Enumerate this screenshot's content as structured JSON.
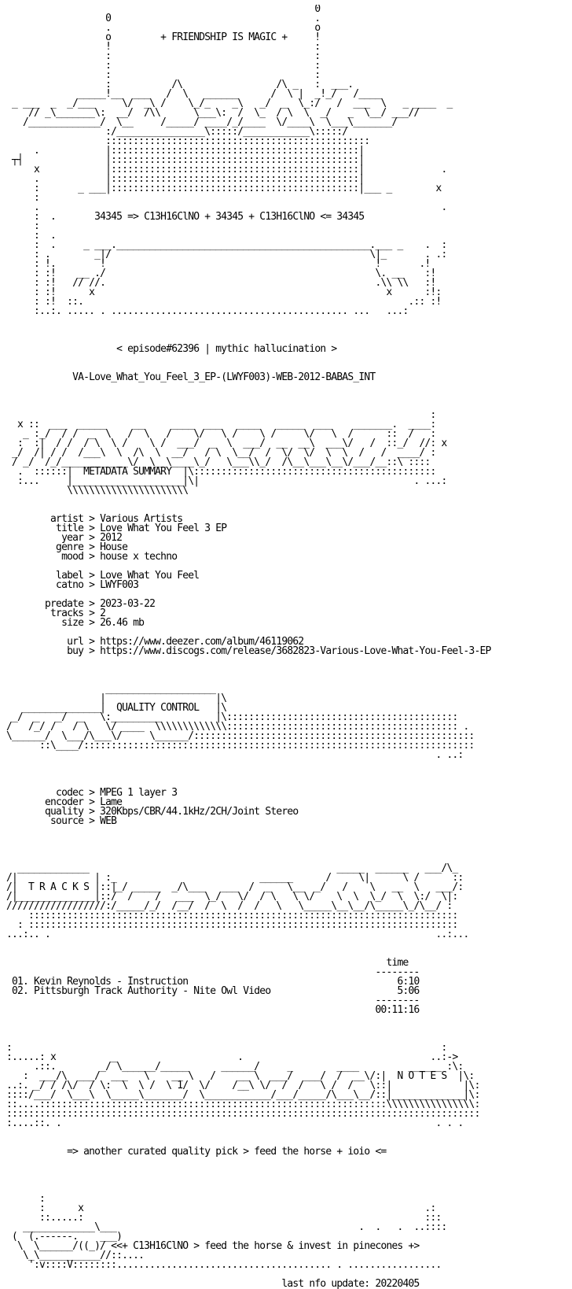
{
  "document": {
    "lines": [
      "                                                        0",
      "                  0                                     .",
      "                  .                                     o",
      "                  o         + FRIENDSHIP IS MAGIC +     !",
      "                  !                                     :",
      "                  :                                     :",
      "                  :                                     :",
      "                  :                                     :",
      "                  :           /\\                 /\\ _   :  ___.",
      "             _____!__  ___   /  \\   ______      /  \\ |  _!_/   /____",
      " _ ___  _  _/___     \\/  _\\ /    \\_/_    _\\   _/  _  \\_:/   /  ___  \\   _ ____  _",
      "    // _\\_______\\:  __/  /\\\\      \\___\\:  /  \\_  / \\  \\  _/   _  \\__/ ___// ",
      "   /_____________/  \\__     /_____/ ____/_/____  \\/____\\  \\___\\_______/",
      "                  :/________________\\:::::/____________\\:::::/",
      "                  ::::::::::::::::::::::::::::::::::::::::::::::::",
      "     .            |:::::::::::::::::::::::::::::::::::::::::::::|",
      " ┬┤               |:::::::::::::::::::::::::::::::::::::::::::::|",
      "     x            |:::::::::::::::::::::::::::::::::::::::::::::|              .",
      "     .            |:::::::::::::::::::::::::::::::::::::::::::::|",
      "     :       _ ___|:::::::::::::::::::::::::::::::::::::::::::::|___ _        x",
      "     :",
      "     .                                                                         .",
      "     :  .       34345 => C13H16ClNO + 34345 + C13H16ClNO <= 34345",
      "     :",
      "     :  .",
      "     :  .     _ ___.______________________________________________.___ _    .  :",
      "     : .        _|/                                               \\|_       . .:",
      "     : !.        !                                                 !       .!",
      "     : :!    __ ./                                                 \\. __    :!",
      "     : :!   // //.                                                 .\\\\ \\\\   :!",
      "     : :!      x                                                     x      :!:",
      "     : :!  ::.                                                           .:: :!",
      "     :..:. ..... . ........................................... ...   ...:",
      "",
      "",
      "",
      "                    < episode#62396 | mythic hallucination >",
      "",
      "",
      "            VA-Love_What_You_Feel_3_EP-(LWYF003)-WEB-2012-BABAS_INT",
      "",
      "",
      "",
      "                                                                             :",
      "  x ::  ___  _____     __     ____  ___   ____   _____  ___    _______.  ____:",
      "   _ :_/  / /  _  \\   /  \\   /    \\/   \\ /    \\ /     \\/   \\  /      ::  /   :",
      "  :  :|  / /  / \\  \\ /    \\ /  ___/  _  \\  ___/  __  __\\  ___\\/   /  ::_/  //: x",
      " _/  /| / /  /___\\  \\  /\\  \\  __/   / \\  \\__/  /  \\/  \\/  \\  \\  /   /  ____/ :",
      " / _/  /_/____________\\/  \\__\\____\\_/   \\___\\\\_/  /\\__\\___\\__\\/___/__::\\ ::::",
      "  .  ::::::|  METADATA SUMMARY  |\\::::::::::::::::::::::::::::::::::::::::::::",
      "  :...     |____________________|\\|                                       . ...:",
      "           \\\\\\\\\\\\\\\\\\\\\\\\\\\\\\\\\\\\\\\\\\\\",
      "",
      "",
      "        artist > Various Artists",
      "         title > Love What You Feel 3 EP",
      "          year > 2012",
      "         genre > House",
      "          mood > house x techno",
      "",
      "         label > Love What You Feel",
      "         catno > LWYF003",
      "",
      "       predate > 2023-03-22",
      "        tracks > 2",
      "          size > 26.46 mb",
      "",
      "           url > https://www.deezer.com/album/46119062",
      "           buy > https://www.discogs.com/release/3682823-Various-Love-What-You-Feel-3-EP",
      "",
      "",
      "",
      "                  ____________________",
      "                 |                    |\\",
      "   ______________|  QUALITY CONTROL   |\\",
      " _/  _   _/  _   \\:_________          |\\::::::::::::::::::::::::::::::::::::::::::",
      "/   /_/ /   / \\   \\/ ____  \\\\\\\\\\\\\\\\\\\\\\\\\\:::::::::::::::::::::::::::::::::::::::::: .",
      "\\______/  \\___/\\___\\/     \\______/:::::::::::::::::::::::::::::::::::::::::::::::::::",
      "      ::\\____/:::::::::::::::::::::::::::::::::::::::::::::::::::::::::::::::::::::::",
      "                                                                              . ..:",
      "",
      "",
      "",
      "         codec > MPEG 1 layer 3",
      "       encoder > Lame",
      "       quality > 320Kbps/CBR/44.1kHz/2CH/Joint Stereo",
      "        source > WEB",
      "",
      "",
      "",
      "",
      "  _____________                                             _____  ______   ___/\\_",
      "/|              | :_                          ______      /     \\|      \\ /      ::",
      "/|  T R A C K S |::|_/ _____  _/\\___   ___  /  _   \\__  _/   /    \\   __  \\   ___/:",
      "/|______________|::/  /    /   ___  \\_/   \\/  / \\   \\ \\/    \\  \\  \\_/  \\  \\:/  \\|:",
      "//////////////////:/_____/_/  /__/  /  \\  /  /   \\   \\_____\\__\\__/\\_____\\_/\\__/ :",
      "    ::::::::::::::::::::::::::::::::::::::::::::::::::::::::::::::::::::::::::::::",
      "  : ::::::::::::::::::::::::::::::::::::::::::::::::::::::::::::::::::::::::::::::",
      "...:.. .                                                                      ..:...",
      "",
      "",
      "                                                                     time",
      "                                                                   --------",
      " 01. Kevin Reynolds - Instruction                                      6:10",
      " 02. Pittsburgh Track Authority - Nite Owl Video                       5:06",
      "                                                                   --------",
      "                                                                   00:11:16",
      "",
      "",
      "",
      ":                                                                              :",
      ":.....: x          _                      .                                  ..:->",
      "     .::.        _/ \\______/_____      ______/     _        ____         ______ :\\:",
      "   :  ___/\\  ___/  ___   \\    __ \\   /    __ \\  ___/  ___/  /  __\\/:|  N O T E S  |\\:",
      "..:. _/ / /\\/  / \\:  \\  \\ /  \\ 1/  \\/    /__\\ \\/  /  /   \\ /  /   \\::|             |\\:",
      "::::/___/  \\___\\  \\_____\\_______/  \\____________/___/_____/\\___\\__/::|_____________|\\:",
      "::....:::::::::::::::::::::::::::::::::::::::::::::::::::::::::::::::\\\\\\\\\\\\\\\\\\\\\\\\\\\\\\\\:",
      "::::::::::::::::::::::::::::::::::::::::::::::::::::::::::::::::::::::::::::::::::::::",
      ":....::. .                                                                    . . .",
      "",
      "",
      "           => another curated quality pick > feed the horse + ioio <=",
      "",
      "",
      "",
      "",
      "      :",
      "      :      x                                                              .:",
      "      ::.....:                                                              :::",
      "   _____________\\___                                            .  .   .  ..::::",
      " (  (.------.    ___)",
      "  \\  \\______/((_)/ <<+ C13H16ClNO > feed the horse & invest in pinecones +>",
      "   \\_\\___________//::....",
      "    ':v::::V::::::::....................................... . .................",
      "",
      "                                                  last nfo update: 20220405"
    ]
  }
}
